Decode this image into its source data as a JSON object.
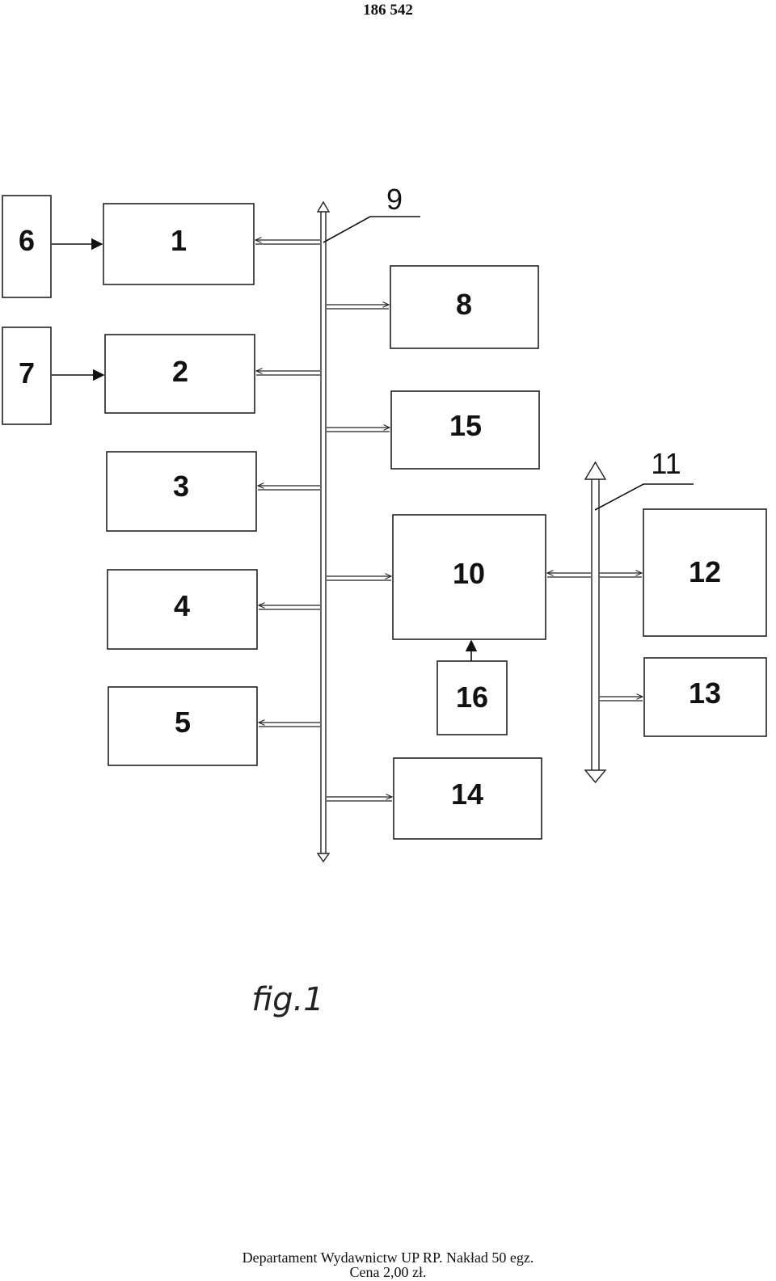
{
  "page_number": "186 542",
  "diagram": {
    "boxes": {
      "b1": "1",
      "b2": "2",
      "b3": "3",
      "b4": "4",
      "b5": "5",
      "b6": "6",
      "b7": "7",
      "b8": "8",
      "b10": "10",
      "b12": "12",
      "b13": "13",
      "b14": "14",
      "b15": "15",
      "b16": "16"
    },
    "bus_labels": {
      "bus9": "9",
      "bus11": "11"
    },
    "caption": "fig.1"
  },
  "footer": {
    "line1": "Departament Wydawnictw UP RP. Nakład 50 egz.",
    "line2": "Cena 2,00 zł."
  }
}
